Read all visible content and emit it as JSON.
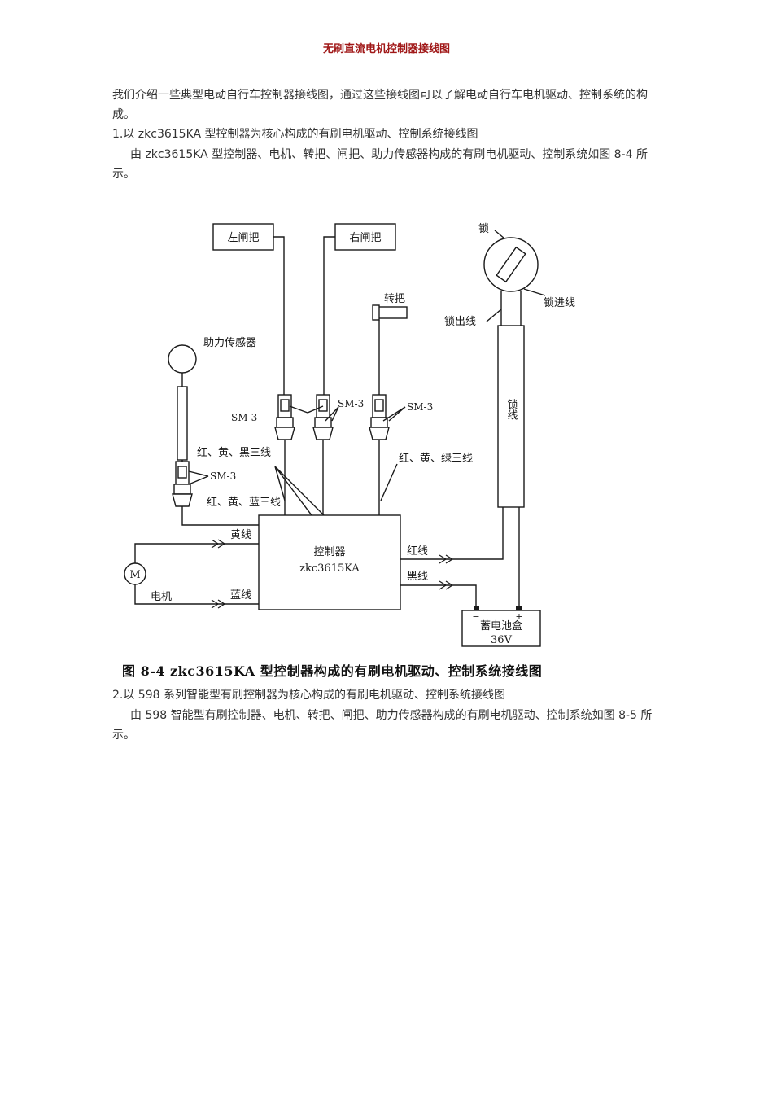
{
  "header": {
    "title": "无刷直流电机控制器接线图"
  },
  "body": {
    "intro": "我们介绍一些典型电动自行车控制器接线图，通过这些接线图可以了解电动自行车电机驱动、控制系统的构成。",
    "section1_heading": "1.以 zkc3615KA 型控制器为核心构成的有刷电机驱动、控制系统接线图",
    "section1_text": "由 zkc3615KA 型控制器、电机、转把、闸把、助力传感器构成的有刷电机驱动、控制系统如图 8-4 所示。",
    "section2_heading": "2.以 598 系列智能型有刷控制器为核心构成的有刷电机驱动、控制系统接线图",
    "section2_text": "由 598 智能型有刷控制器、电机、转把、闸把、助力传感器构成的有刷电机驱动、控制系统如图 8-5 所示。"
  },
  "diagram": {
    "left_brake": "左闸把",
    "right_brake": "右闸把",
    "throttle": "转把",
    "lock": "锁",
    "lock_in": "锁进线",
    "lock_out": "锁出线",
    "lock_wire": "锁线",
    "assist_sensor": "助力传感器",
    "connector_sm3": "SM-3",
    "wires_rgb_black": "红、黄、黑三线",
    "wires_ryb_blue": "红、黄、蓝三线",
    "wires_ryg_green": "红、黄、绿三线",
    "controller_name": "控制器",
    "controller_model": "zkc3615KA",
    "yellow_wire": "黄线",
    "blue_wire": "蓝线",
    "red_wire": "红线",
    "black_wire": "黑线",
    "motor_letter": "M",
    "motor": "电机",
    "battery": "蓄电池盒",
    "battery_voltage": "36V",
    "minus": "−",
    "plus": "+",
    "caption": "图 8-4 zkc3615KA 型控制器构成的有刷电机驱动、控制系统接线图"
  }
}
